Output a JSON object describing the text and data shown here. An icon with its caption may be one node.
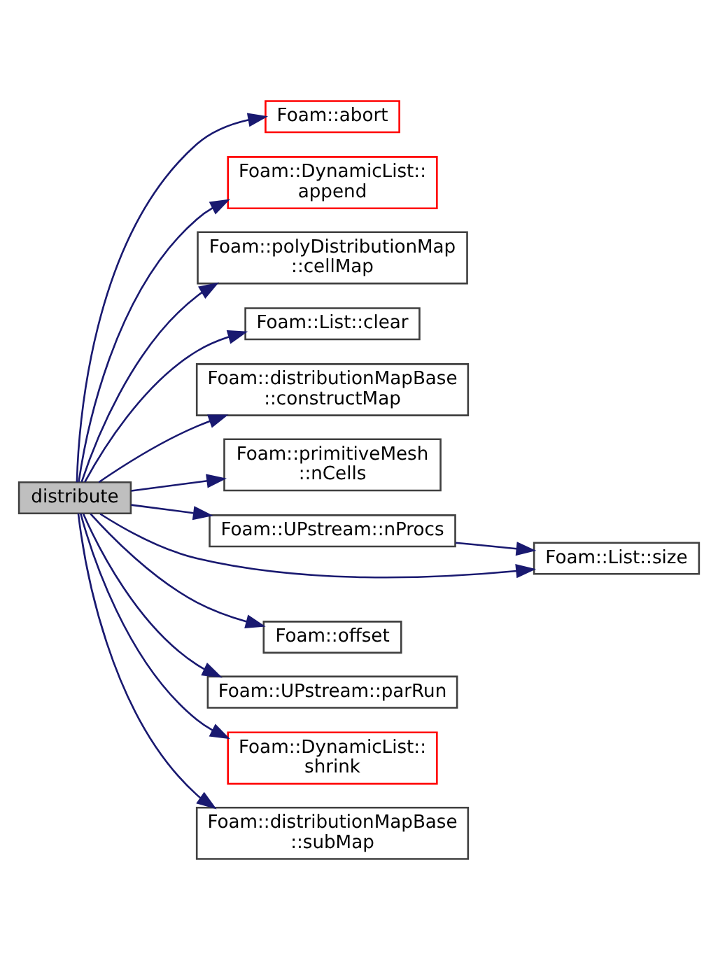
{
  "diagram": {
    "nodes": [
      {
        "text": [
          "distribute"
        ]
      },
      {
        "text": [
          "Foam::abort"
        ]
      },
      {
        "text": [
          "Foam::DynamicList:: append"
        ]
      },
      {
        "text": [
          "Foam::polyDistributionMap ::cellMap"
        ]
      },
      {
        "text": [
          "Foam::List::clear"
        ]
      },
      {
        "text": [
          "Foam::distributionMapBase ::constructMap"
        ]
      },
      {
        "text": [
          "Foam::primitiveMesh ::nCells"
        ]
      },
      {
        "text": [
          "Foam::UPstream::nProcs"
        ]
      },
      {
        "text": [
          "Foam::List::size"
        ]
      },
      {
        "text": [
          "Foam::offset"
        ]
      },
      {
        "text": [
          "Foam::UPstream::parRun"
        ]
      },
      {
        "text": [
          "Foam::DynamicList:: shrink"
        ]
      },
      {
        "text": [
          "Foam::distributionMapBase ::subMap"
        ]
      }
    ],
    "edges": [
      {
        "from": 0,
        "to": 1,
        "arrow": "to"
      },
      {
        "from": 0,
        "to": 2,
        "arrow": "to"
      },
      {
        "from": 0,
        "to": 3,
        "arrow": "to"
      },
      {
        "from": 0,
        "to": 4,
        "arrow": "to"
      },
      {
        "from": 0,
        "to": 5,
        "arrow": "to"
      },
      {
        "from": 0,
        "to": 6,
        "arrow": "to"
      },
      {
        "from": 0,
        "to": 7,
        "arrow": "to"
      },
      {
        "from": 7,
        "to": 8,
        "arrow": "to"
      },
      {
        "from": 0,
        "to": 8,
        "arrow": "to"
      },
      {
        "from": 0,
        "to": 9,
        "arrow": "to"
      },
      {
        "from": 0,
        "to": 10,
        "arrow": "to"
      },
      {
        "from": 0,
        "to": 11,
        "arrow": "to"
      },
      {
        "from": 0,
        "to": 12,
        "arrow": "to"
      }
    ]
  }
}
